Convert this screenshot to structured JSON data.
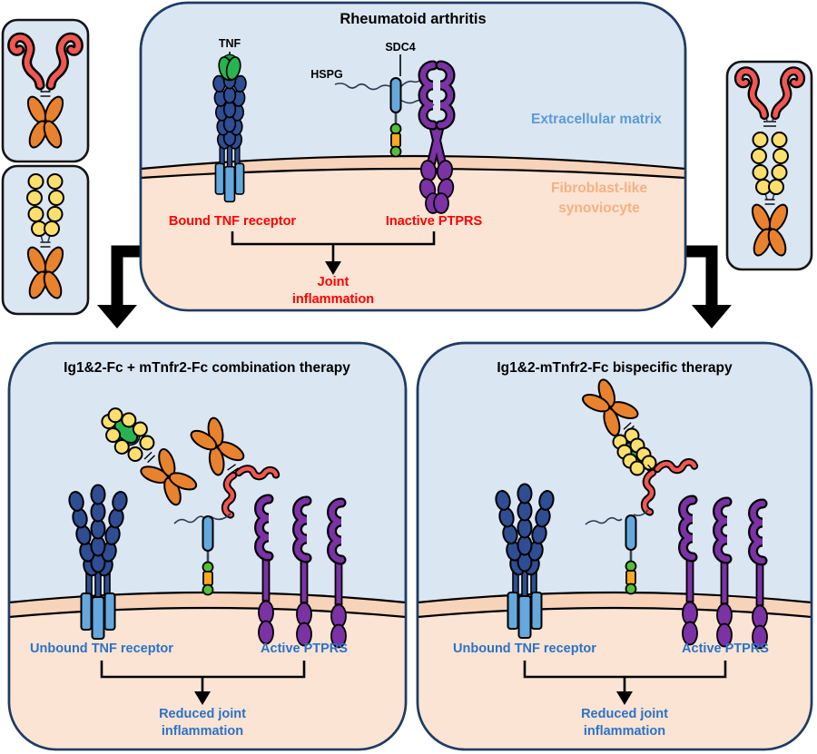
{
  "figure": {
    "top_panel": {
      "title": "Rheumatoid arthritis",
      "tnf": "TNF",
      "sdc4": "SDC4",
      "hspg": "HSPG",
      "ecm": "Extracellular matrix",
      "cell_line1": "Fibroblast-like",
      "cell_line2": "synoviocyte",
      "receptor_label": "Bound TNF receptor",
      "ptprs_label": "Inactive PTPRS",
      "outcome_line1": "Joint",
      "outcome_line2": "inflammation"
    },
    "left_panel": {
      "title": "Ig1&2-Fc + mTnfr2-Fc combination therapy",
      "receptor_label": "Unbound TNF receptor",
      "ptprs_label": "Active PTPRS",
      "outcome_line1": "Reduced joint",
      "outcome_line2": "inflammation"
    },
    "right_panel": {
      "title": "Ig1&2-mTnfr2-Fc bispecific therapy",
      "receptor_label": "Unbound TNF receptor",
      "ptprs_label": "Active PTPRS",
      "outcome_line1": "Reduced joint",
      "outcome_line2": "inflammation"
    },
    "colors": {
      "panel_bg": "#dbe6f3",
      "panel_border": "#1f3c63",
      "membrane": "#f7d3ba",
      "cytoplasm": "#fbe4d3",
      "receptor_blue": "#2e4d92",
      "tm_blue": "#64a8dd",
      "tnf_green": "#29b34e",
      "ptprs_purple": "#7b32a5",
      "fc_orange": "#e8822d",
      "ig_yellow": "#fcdf6d",
      "arm_red": "#f15752",
      "label_red": "#fe0000",
      "label_blue": "#2b72c8",
      "ecm_text": "#5b9bd5",
      "cell_text": "#f4b183"
    }
  }
}
